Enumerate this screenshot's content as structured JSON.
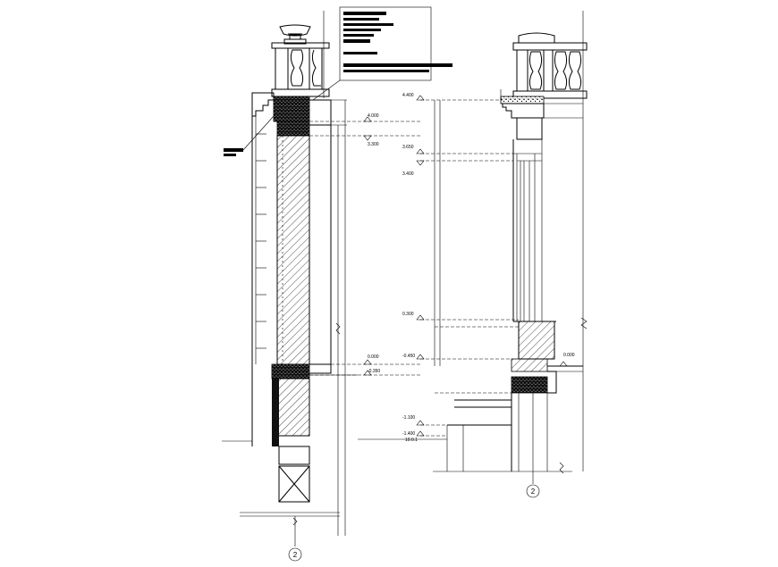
{
  "drawing": {
    "left_levels": [
      "4.000",
      "3.300",
      "0.000",
      "-0.350"
    ],
    "center_levels": [
      "4.400",
      "3.650",
      "3.400",
      "0.300",
      "-0.450",
      "-1.100",
      "-1.400"
    ],
    "center_levels_sub": "10.0.1",
    "right_levels": [
      "0.000"
    ],
    "grid_left": "2",
    "grid_right": "2"
  }
}
